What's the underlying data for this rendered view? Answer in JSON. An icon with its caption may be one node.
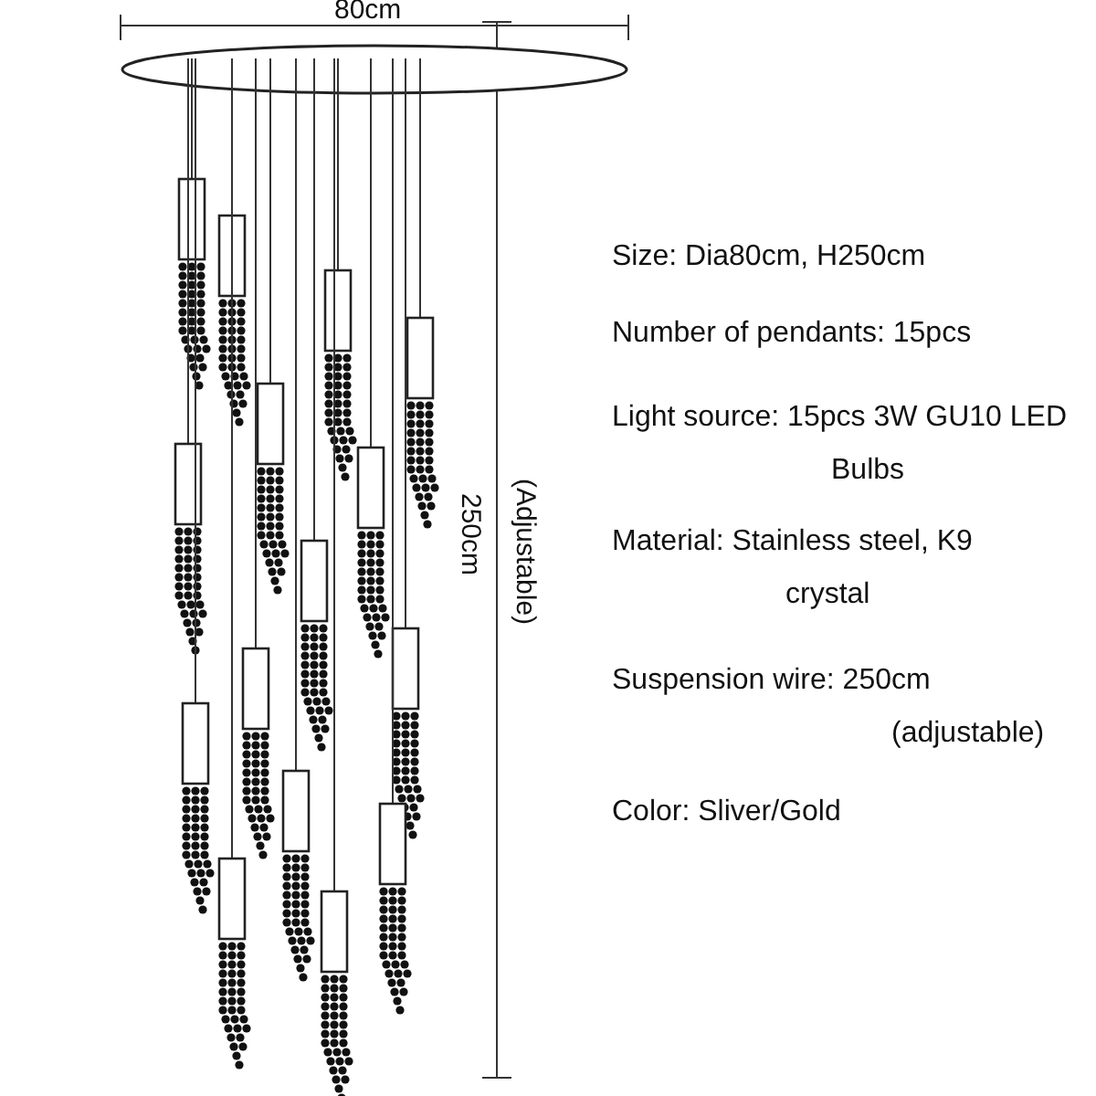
{
  "diagram": {
    "labels": [
      "80cm",
      "(Adjustable)",
      "250cm",
      "Size: Dia80cm, H250cm",
      "Number of pendants: 15pcs",
      "Light source: 15pcs 3W GU10 LED Bulbs",
      "Material: Stainless steel, K9 crystal",
      "Suspension wire: 250cm (adjustable)",
      "Color: Sliver/Gold"
    ]
  }
}
